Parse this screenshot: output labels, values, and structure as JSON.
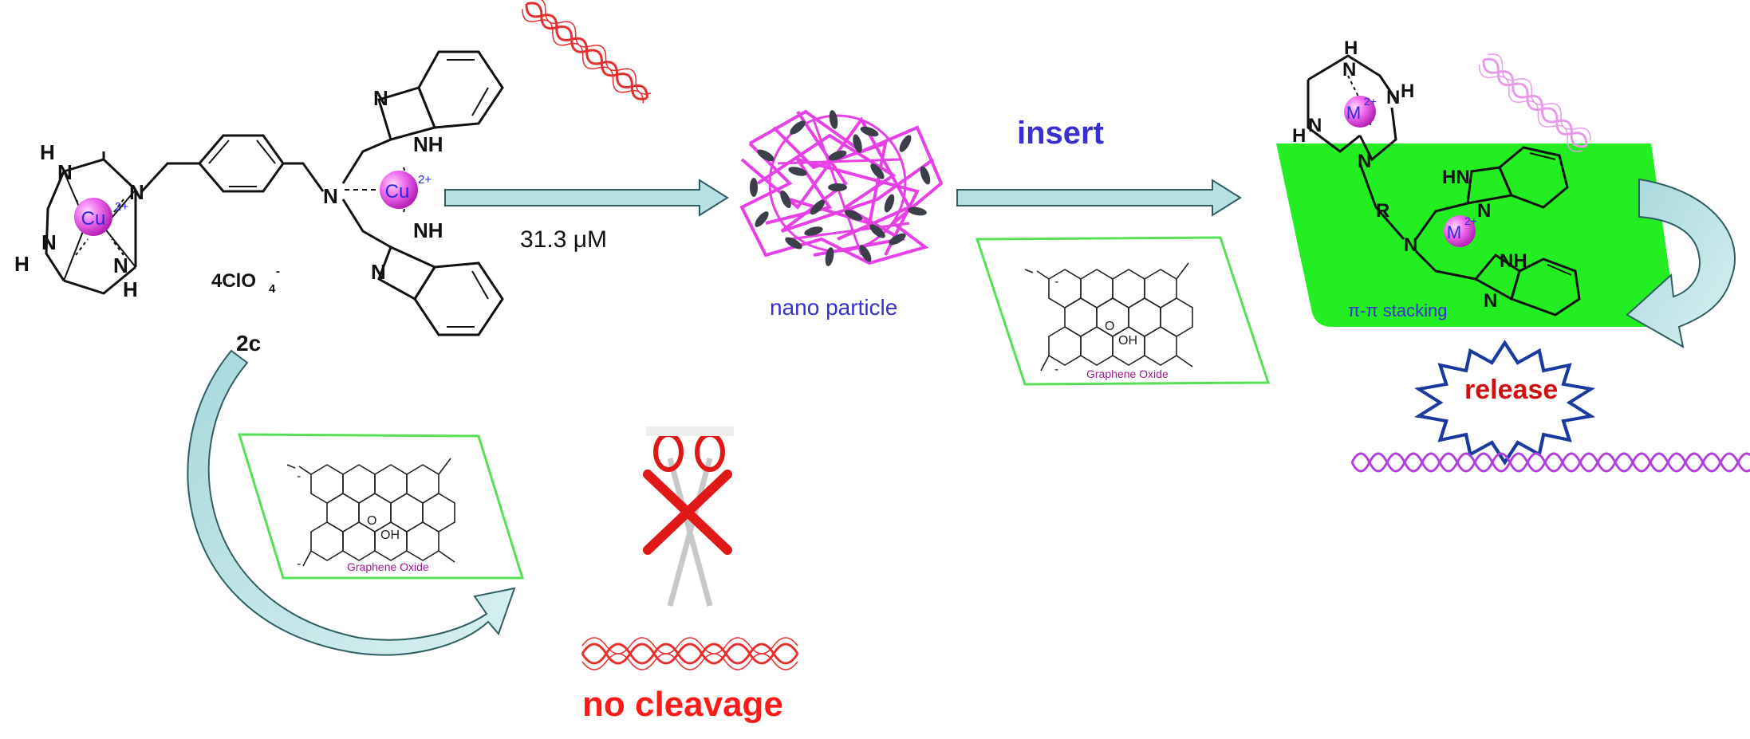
{
  "colors": {
    "arrow_fill": "#b7e0e4",
    "arrow_stroke": "#2f5f63",
    "dna_red": "#e53030",
    "dna_pink": "#e89ae8",
    "dna_purple": "#b040e0",
    "metal_sphere": "#e84ce8",
    "metal_text": "#2a2ad8",
    "label_blue": "#3a2fd0",
    "label_magenta": "#a0178f",
    "no_cleavage_red": "#ff1a1a",
    "release_red": "#d01010",
    "burst_stroke": "#1a3aa0",
    "green_panel": "#22ee22",
    "go_frame": "#55e055",
    "nano_strand": "#e640e6",
    "nano_ellipse": "#3a3f4a"
  },
  "compound": {
    "metal_left": "Cu",
    "metal_left_charge": "2+",
    "metal_right": "Cu",
    "metal_right_charge": "2+",
    "counterion": "4ClO",
    "counterion_sub": "4",
    "counterion_charge": "-",
    "compound_id": "2c",
    "atom_N": "N",
    "atom_H": "H",
    "atom_NH": "NH"
  },
  "step1": {
    "concentration": "31.3 μM"
  },
  "nanoparticle": {
    "label": "nano particle"
  },
  "step2": {
    "label": "insert"
  },
  "graphene_oxide": {
    "label": "Graphene Oxide",
    "anion": "-",
    "hydroxyl": "OH",
    "epoxy": "O"
  },
  "complex": {
    "metal_top": "M",
    "metal_top_charge": "2+",
    "metal_mid": "M",
    "metal_mid_charge": "2+",
    "linker": "R",
    "stacking_label": "π-π stacking",
    "atom_HN": "HN",
    "atom_NH": "NH",
    "atom_N": "N",
    "atom_H": "H"
  },
  "release": {
    "label": "release"
  },
  "no_cleavage": {
    "label": "no cleavage"
  },
  "icons": [
    "dna-helix-icon",
    "scissors-icon",
    "cross-mark-icon",
    "curved-arrow-icon",
    "burst-icon"
  ]
}
